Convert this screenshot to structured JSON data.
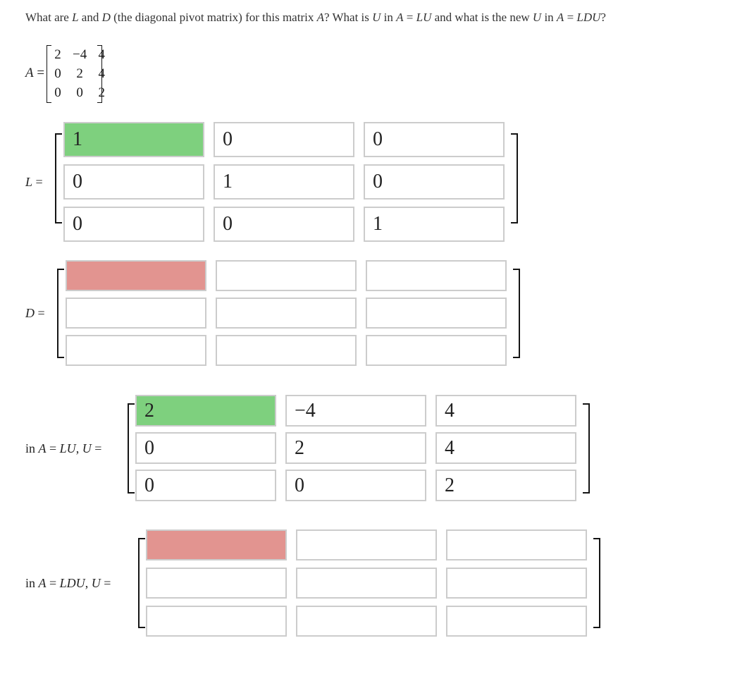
{
  "question": {
    "segments": [
      {
        "t": "What are "
      },
      {
        "t": "L",
        "i": true
      },
      {
        "t": " and "
      },
      {
        "t": "D",
        "i": true
      },
      {
        "t": " (the diagonal pivot matrix) for this matrix "
      },
      {
        "t": "A",
        "i": true
      },
      {
        "t": "? What is "
      },
      {
        "t": "U",
        "i": true
      },
      {
        "t": " in "
      },
      {
        "t": "A",
        "i": true
      },
      {
        "t": " = "
      },
      {
        "t": "LU",
        "i": true
      },
      {
        "t": " and what is the new "
      },
      {
        "t": "U",
        "i": true
      },
      {
        "t": " in "
      },
      {
        "t": "A",
        "i": true
      },
      {
        "t": " = "
      },
      {
        "t": "LDU",
        "i": true
      },
      {
        "t": "?"
      }
    ]
  },
  "matrix_a": {
    "label_segments": [
      {
        "t": "A",
        "i": true
      },
      {
        "t": " ="
      }
    ],
    "values": [
      [
        "2",
        "−4",
        "4"
      ],
      [
        "0",
        "2",
        "4"
      ],
      [
        "0",
        "0",
        "2"
      ]
    ]
  },
  "matrices": {
    "l": {
      "label_segments": [
        {
          "t": "L",
          "i": true
        },
        {
          "t": " ="
        }
      ],
      "values": [
        [
          "1",
          "0",
          "0"
        ],
        [
          "0",
          "1",
          "0"
        ],
        [
          "0",
          "0",
          "1"
        ]
      ],
      "states": [
        [
          "correct",
          "default",
          "default"
        ],
        [
          "default",
          "default",
          "default"
        ],
        [
          "default",
          "default",
          "default"
        ]
      ]
    },
    "d": {
      "label_segments": [
        {
          "t": "D",
          "i": true
        },
        {
          "t": " ="
        }
      ],
      "values": [
        [
          "",
          "",
          ""
        ],
        [
          "",
          "",
          ""
        ],
        [
          "",
          "",
          ""
        ]
      ],
      "states": [
        [
          "incorrect",
          "default",
          "default"
        ],
        [
          "default",
          "default",
          "default"
        ],
        [
          "default",
          "default",
          "default"
        ]
      ]
    },
    "lu": {
      "label_segments": [
        {
          "t": "in "
        },
        {
          "t": "A",
          "i": true
        },
        {
          "t": " = "
        },
        {
          "t": "LU",
          "i": true
        },
        {
          "t": ", "
        },
        {
          "t": "U",
          "i": true
        },
        {
          "t": " ="
        }
      ],
      "values": [
        [
          "2",
          "−4",
          "4"
        ],
        [
          "0",
          "2",
          "4"
        ],
        [
          "0",
          "0",
          "2"
        ]
      ],
      "states": [
        [
          "correct",
          "default",
          "default"
        ],
        [
          "default",
          "default",
          "default"
        ],
        [
          "default",
          "default",
          "default"
        ]
      ]
    },
    "ldu": {
      "label_segments": [
        {
          "t": "in "
        },
        {
          "t": "A",
          "i": true
        },
        {
          "t": " = "
        },
        {
          "t": "LDU",
          "i": true
        },
        {
          "t": ", "
        },
        {
          "t": "U",
          "i": true
        },
        {
          "t": " ="
        }
      ],
      "values": [
        [
          "",
          "",
          ""
        ],
        [
          "",
          "",
          ""
        ],
        [
          "",
          "",
          ""
        ]
      ],
      "states": [
        [
          "incorrect",
          "default",
          "default"
        ],
        [
          "default",
          "default",
          "default"
        ],
        [
          "default",
          "default",
          "default"
        ]
      ]
    }
  },
  "colors": {
    "correct_bg": "#7ed07e",
    "incorrect_bg": "#e29490",
    "cell_border": "#cccccc",
    "bracket": "#151515",
    "text": "#222222"
  }
}
